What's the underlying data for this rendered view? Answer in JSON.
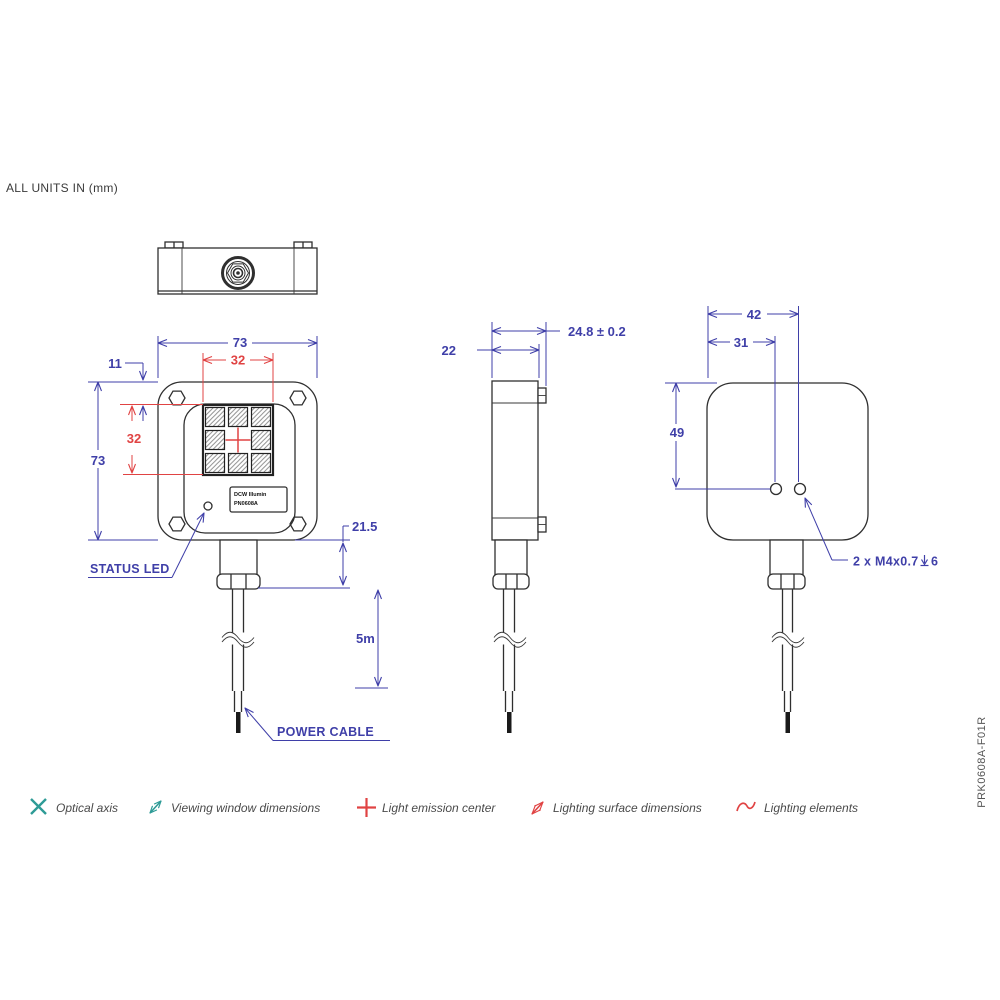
{
  "page": {
    "units_note": "ALL UNITS IN (mm)",
    "part_number": "PRK0608A-F01R"
  },
  "colors": {
    "dimension_blue": "#3f3fa8",
    "dimension_red": "#e04343",
    "legend_teal": "#2e9b96",
    "outline_dark": "#2f2f2f"
  },
  "front_view": {
    "dim_width": "73",
    "dim_height": "73",
    "dim_surface_width": "32",
    "dim_surface_height": "32",
    "dim_window_offset": "11",
    "dim_connector_length": "21.5",
    "dim_cable_length": "5m",
    "status_led_label": "STATUS LED",
    "power_cable_label": "POWER CABLE",
    "device_label_line1": "DCW Illumin",
    "device_label_line2": "PN0608A"
  },
  "side_view": {
    "dim_depth": "22",
    "dim_overall_depth": "24.8 ± 0.2"
  },
  "back_view": {
    "dim_hole_right": "42",
    "dim_hole_left": "31",
    "dim_hole_vertical": "49",
    "thread_callout_prefix": "2 x M4x0.7",
    "thread_callout_depth": "6"
  },
  "legend": {
    "items": [
      {
        "icon": "x-cross-icon",
        "label": "Optical axis",
        "color": "#2e9b96"
      },
      {
        "icon": "diagonal-arrow-icon",
        "label": "Viewing window dimensions",
        "color": "#2e9b96"
      },
      {
        "icon": "plus-icon",
        "label": "Light emission center",
        "color": "#e04343"
      },
      {
        "icon": "diagonal-arrow-icon",
        "label": "Lighting surface dimensions",
        "color": "#e04343"
      },
      {
        "icon": "wave-icon",
        "label": "Lighting elements",
        "color": "#e04343"
      }
    ]
  }
}
